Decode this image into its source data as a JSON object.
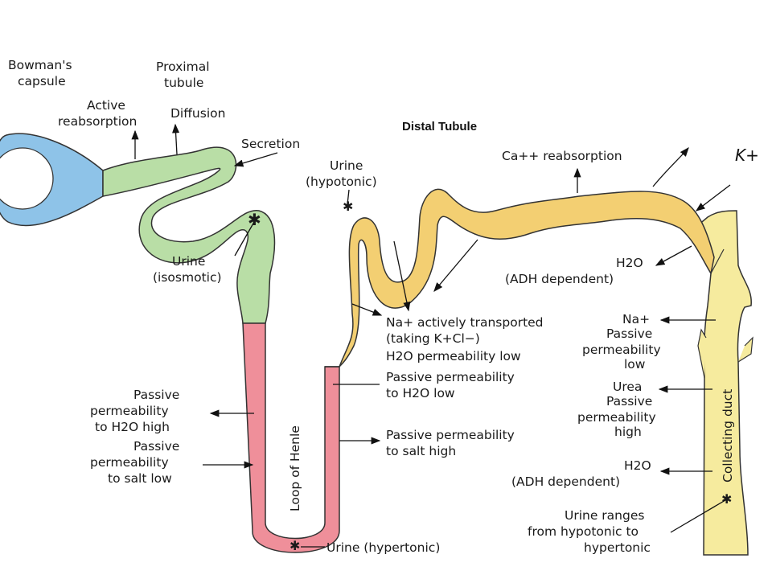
{
  "colors": {
    "bowman": "#8ec3e8",
    "proximal": "#b9dea6",
    "loop": "#ef8f9a",
    "distal": "#f3cf72",
    "collecting": "#f6eb9e",
    "outline": "#333333"
  },
  "title": "Distal Tubule",
  "k_symbol": "K+",
  "labels": {
    "bowmans_1": "Bowman's",
    "bowmans_2": "capsule",
    "proximal_1": "Proximal",
    "proximal_2": "tubule",
    "active_1": "Active",
    "active_2": "reabsorption",
    "diffusion": "Diffusion",
    "secretion": "Secretion",
    "urine_iso_1": "Urine",
    "urine_iso_2": "(isosmotic)",
    "urine_hypo_1": "Urine",
    "urine_hypo_2": "(hypotonic)",
    "ca": "Ca++ reabsorption",
    "h2o_adh_top_1": "H2O",
    "h2o_adh_top_2": "(ADH dependent)",
    "na_active_1": "Na+ actively transported",
    "na_active_2": "(taking K+Cl−)",
    "na_active_3": "H2O permeability low",
    "na_passive_1": "Na+",
    "na_passive_2": "Passive",
    "na_passive_3": "permeability",
    "na_passive_4": "low",
    "pass_h2o_low_1": "Passive permeability",
    "pass_h2o_low_2": "to H2O low",
    "pass_salt_high_1": "Passive permeability",
    "pass_salt_high_2": "to salt high",
    "left_h2o_1": "Passive",
    "left_h2o_2": "permeability",
    "left_h2o_3": "to H2O high",
    "left_salt_1": "Passive",
    "left_salt_2": "permeability",
    "left_salt_3": "to salt low",
    "urea_1": "Urea",
    "urea_2": "Passive",
    "urea_3": "permeability",
    "urea_4": "high",
    "h2o_adh_bot_1": "H2O",
    "h2o_adh_bot_2": "(ADH dependent)",
    "urine_ranges_1": "Urine ranges",
    "urine_ranges_2": "from hypotonic to",
    "urine_ranges_3": "hypertonic",
    "urine_hyper": "Urine (hypertonic)",
    "loop_of_henle": "Loop of Henle",
    "collecting_duct": "Collecting duct"
  }
}
